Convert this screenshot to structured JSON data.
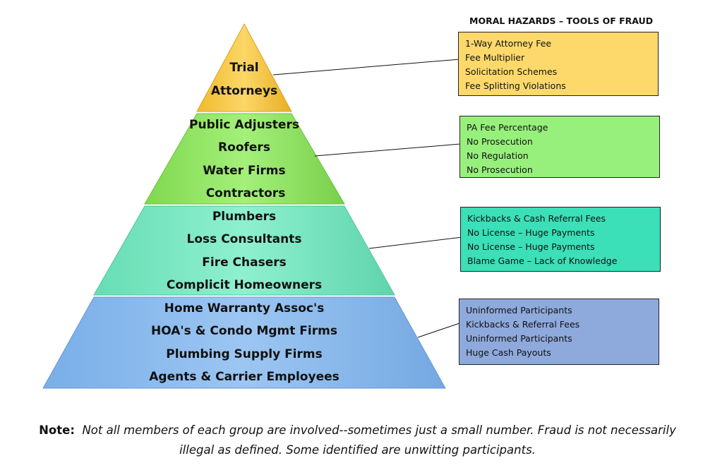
{
  "title": "MORAL HAZARDS – TOOLS OF FRAUD",
  "colors": {
    "tier1": "#F9CF52",
    "tier2": "#95EA6B",
    "tier3": "#7FE9C4",
    "tier4": "#8FBCEE",
    "box1": "#FDD96B",
    "box2": "#98F07C",
    "box3": "#3BDFB8",
    "box4": "#8EA9DC"
  },
  "tiers": [
    {
      "lines": [
        "Trial",
        "Attorneys"
      ]
    },
    {
      "lines": [
        "Public Adjusters",
        "Roofers",
        "Water Firms",
        "Contractors"
      ]
    },
    {
      "lines": [
        "Plumbers",
        "Loss Consultants",
        "Fire Chasers",
        "Complicit Homeowners"
      ]
    },
    {
      "lines": [
        "Home Warranty Assoc's",
        "HOA's & Condo Mgmt Firms",
        "Plumbing Supply Firms",
        "Agents & Carrier Employees"
      ]
    }
  ],
  "boxes": [
    {
      "lines": [
        "1-Way Attorney Fee",
        "Fee Multiplier",
        "Solicitation Schemes",
        "Fee Splitting Violations"
      ]
    },
    {
      "lines": [
        "PA Fee Percentage",
        "No Prosecution",
        "No Regulation",
        "No Prosecution"
      ]
    },
    {
      "lines": [
        "Kickbacks & Cash Referral Fees",
        "No License – Huge Payments",
        "No License – Huge Payments",
        "Blame Game – Lack of Knowledge"
      ]
    },
    {
      "lines": [
        "Uninformed Participants",
        "Kickbacks & Referral Fees",
        "Uninformed Participants",
        "Huge Cash Payouts"
      ]
    }
  ],
  "note": {
    "label": "Note:",
    "line1": "Not all members of each group are involved--sometimes just a small number. Fraud is not necessarily",
    "line2": "illegal as defined.  Some identified are unwitting participants."
  }
}
